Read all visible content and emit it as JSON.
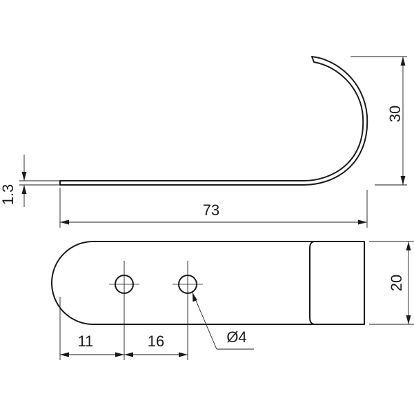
{
  "dimensions": {
    "length": "73",
    "height": "30",
    "thickness": "1.3",
    "width": "20",
    "edge_to_hole": "11",
    "hole_spacing": "16",
    "hole_diameter": "Ø4"
  }
}
